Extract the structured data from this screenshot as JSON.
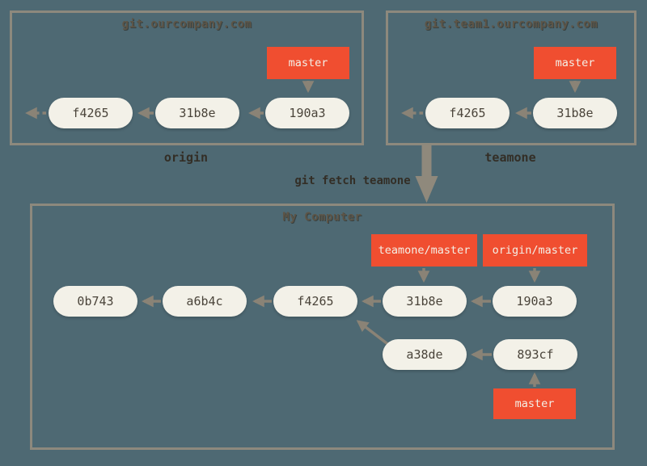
{
  "colors": {
    "background": "#4e6973",
    "box_border": "#8d897d",
    "commit_fill": "#f3f1e8",
    "commit_text": "#4a443a",
    "branch_fill": "#f04e30",
    "branch_text": "#f3f0e7",
    "arrow": "#8a8376",
    "title_text": "#5d5547",
    "label_text": "#332e26"
  },
  "remotes": [
    {
      "title": "git.ourcompany.com",
      "name": "origin",
      "branch": "master",
      "commits": [
        "f4265",
        "31b8e",
        "190a3"
      ]
    },
    {
      "title": "git.team1.ourcompany.com",
      "name": "teamone",
      "branch": "master",
      "commits": [
        "f4265",
        "31b8e"
      ]
    }
  ],
  "action": {
    "command": "git fetch teamone"
  },
  "local": {
    "title": "My Computer",
    "main_commits": [
      "0b743",
      "a6b4c",
      "f4265",
      "31b8e",
      "190a3"
    ],
    "topic_commits": [
      "a38de",
      "893cf"
    ],
    "remote_refs": [
      {
        "label": "teamone/master"
      },
      {
        "label": "origin/master"
      }
    ],
    "branch": {
      "label": "master"
    }
  }
}
